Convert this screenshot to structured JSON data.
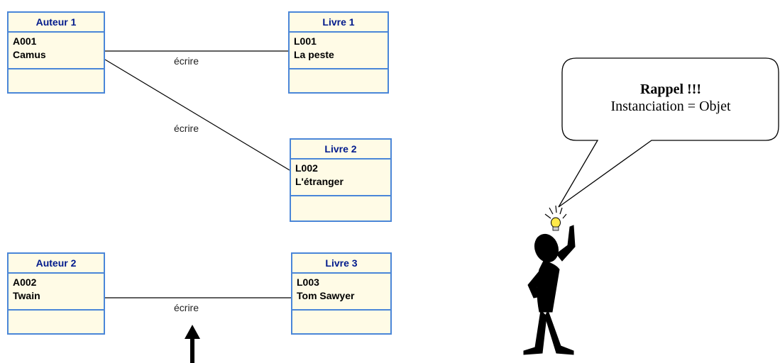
{
  "classes": {
    "auteur1": {
      "title": "Auteur 1",
      "code": "A001",
      "name": "Camus"
    },
    "auteur2": {
      "title": "Auteur 2",
      "code": "A002",
      "name": "Twain"
    },
    "livre1": {
      "title": "Livre 1",
      "code": "L001",
      "name": "La peste"
    },
    "livre2": {
      "title": "Livre 2",
      "code": "L002",
      "name": "L'étranger"
    },
    "livre3": {
      "title": "Livre 3",
      "code": "L003",
      "name": "Tom Sawyer"
    }
  },
  "associations": {
    "a1_l1": "écrire",
    "a1_l2": "écrire",
    "a2_l3": "écrire"
  },
  "callout": {
    "title": "Rappel !!!",
    "text": "Instanciation = Objet"
  },
  "colors": {
    "box_border": "#4a86d8",
    "box_fill": "#fffbe6",
    "header_text": "#001a8c"
  },
  "icons": [
    "up-arrow-icon",
    "thinking-stick-figure-icon",
    "lightbulb-icon"
  ]
}
